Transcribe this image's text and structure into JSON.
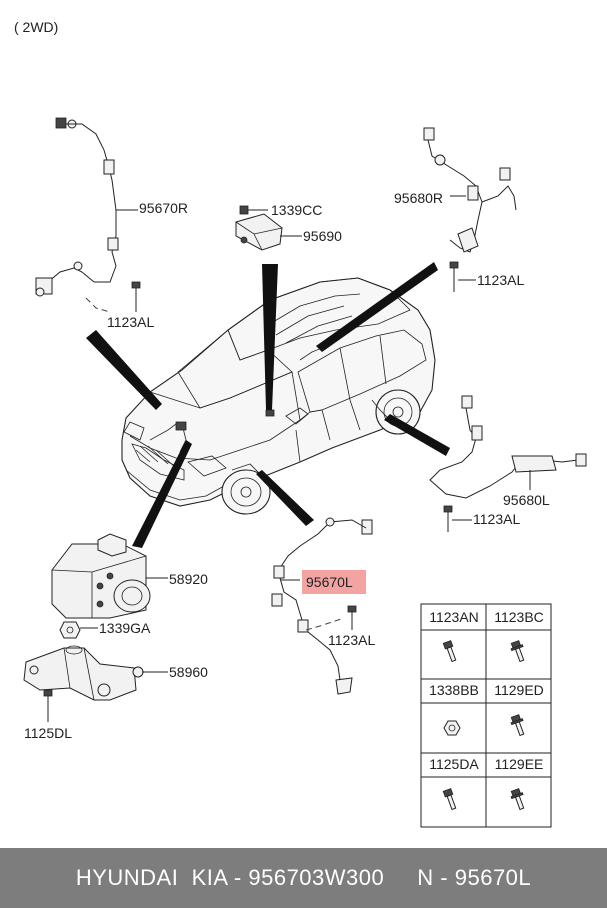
{
  "header": {
    "variant": "( 2WD)"
  },
  "labels": {
    "sensor_front_right": "95670R",
    "bolt_front_right": "1123AL",
    "nut_module": "1339CC",
    "yaw_sensor": "95690",
    "sensor_rear_right": "95680R",
    "bolt_rear_right": "1123AL",
    "sensor_rear_left": "95680L",
    "bolt_rear_left": "1123AL",
    "abs_unit": "58920",
    "nut_abs": "1339GA",
    "bracket": "58960",
    "bolt_bracket": "1125DL",
    "sensor_front_left": "95670L",
    "bolt_front_left": "1123AL"
  },
  "highlight": {
    "part": "95670L",
    "color": "#f4a3a3"
  },
  "fastener_table": {
    "cells": [
      {
        "code": "1123AN",
        "icon": "bolt-icon"
      },
      {
        "code": "1123BC",
        "icon": "flange-bolt-icon"
      },
      {
        "code": "1338BB",
        "icon": "nut-icon"
      },
      {
        "code": "1129ED",
        "icon": "flange-bolt-icon"
      },
      {
        "code": "1125DA",
        "icon": "bolt-icon"
      },
      {
        "code": "1129EE",
        "icon": "flange-bolt-icon"
      }
    ]
  },
  "footer": {
    "text": "HYUNDAI  KIA - 956703W300     N - 95670L"
  }
}
